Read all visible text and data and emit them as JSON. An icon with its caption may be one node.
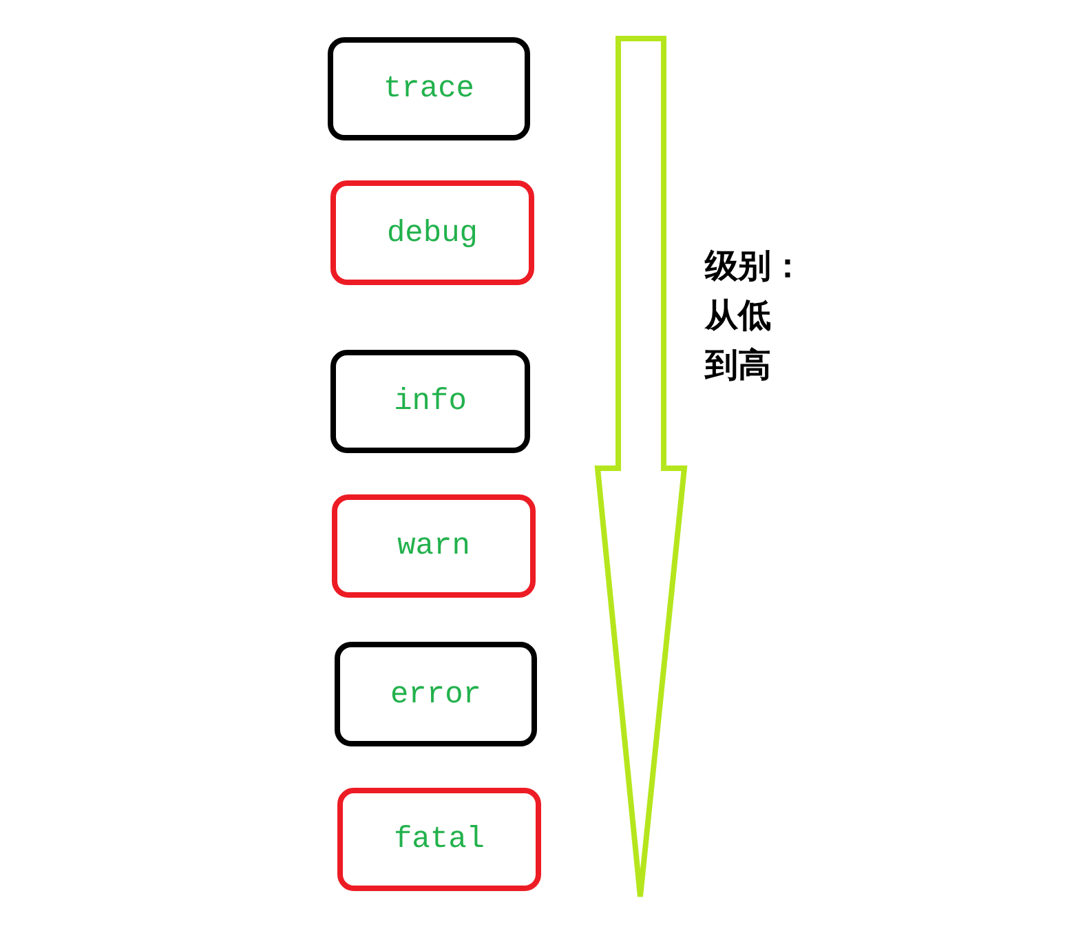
{
  "diagram": {
    "nodes": [
      {
        "text": [
          "trace"
        ]
      },
      {
        "text": [
          "debug"
        ]
      },
      {
        "text": [
          "info"
        ]
      },
      {
        "text": [
          "warn"
        ]
      },
      {
        "text": [
          "error"
        ]
      },
      {
        "text": [
          "fatal"
        ]
      }
    ],
    "labels": [
      "级别：",
      "从低",
      "到高"
    ]
  }
}
